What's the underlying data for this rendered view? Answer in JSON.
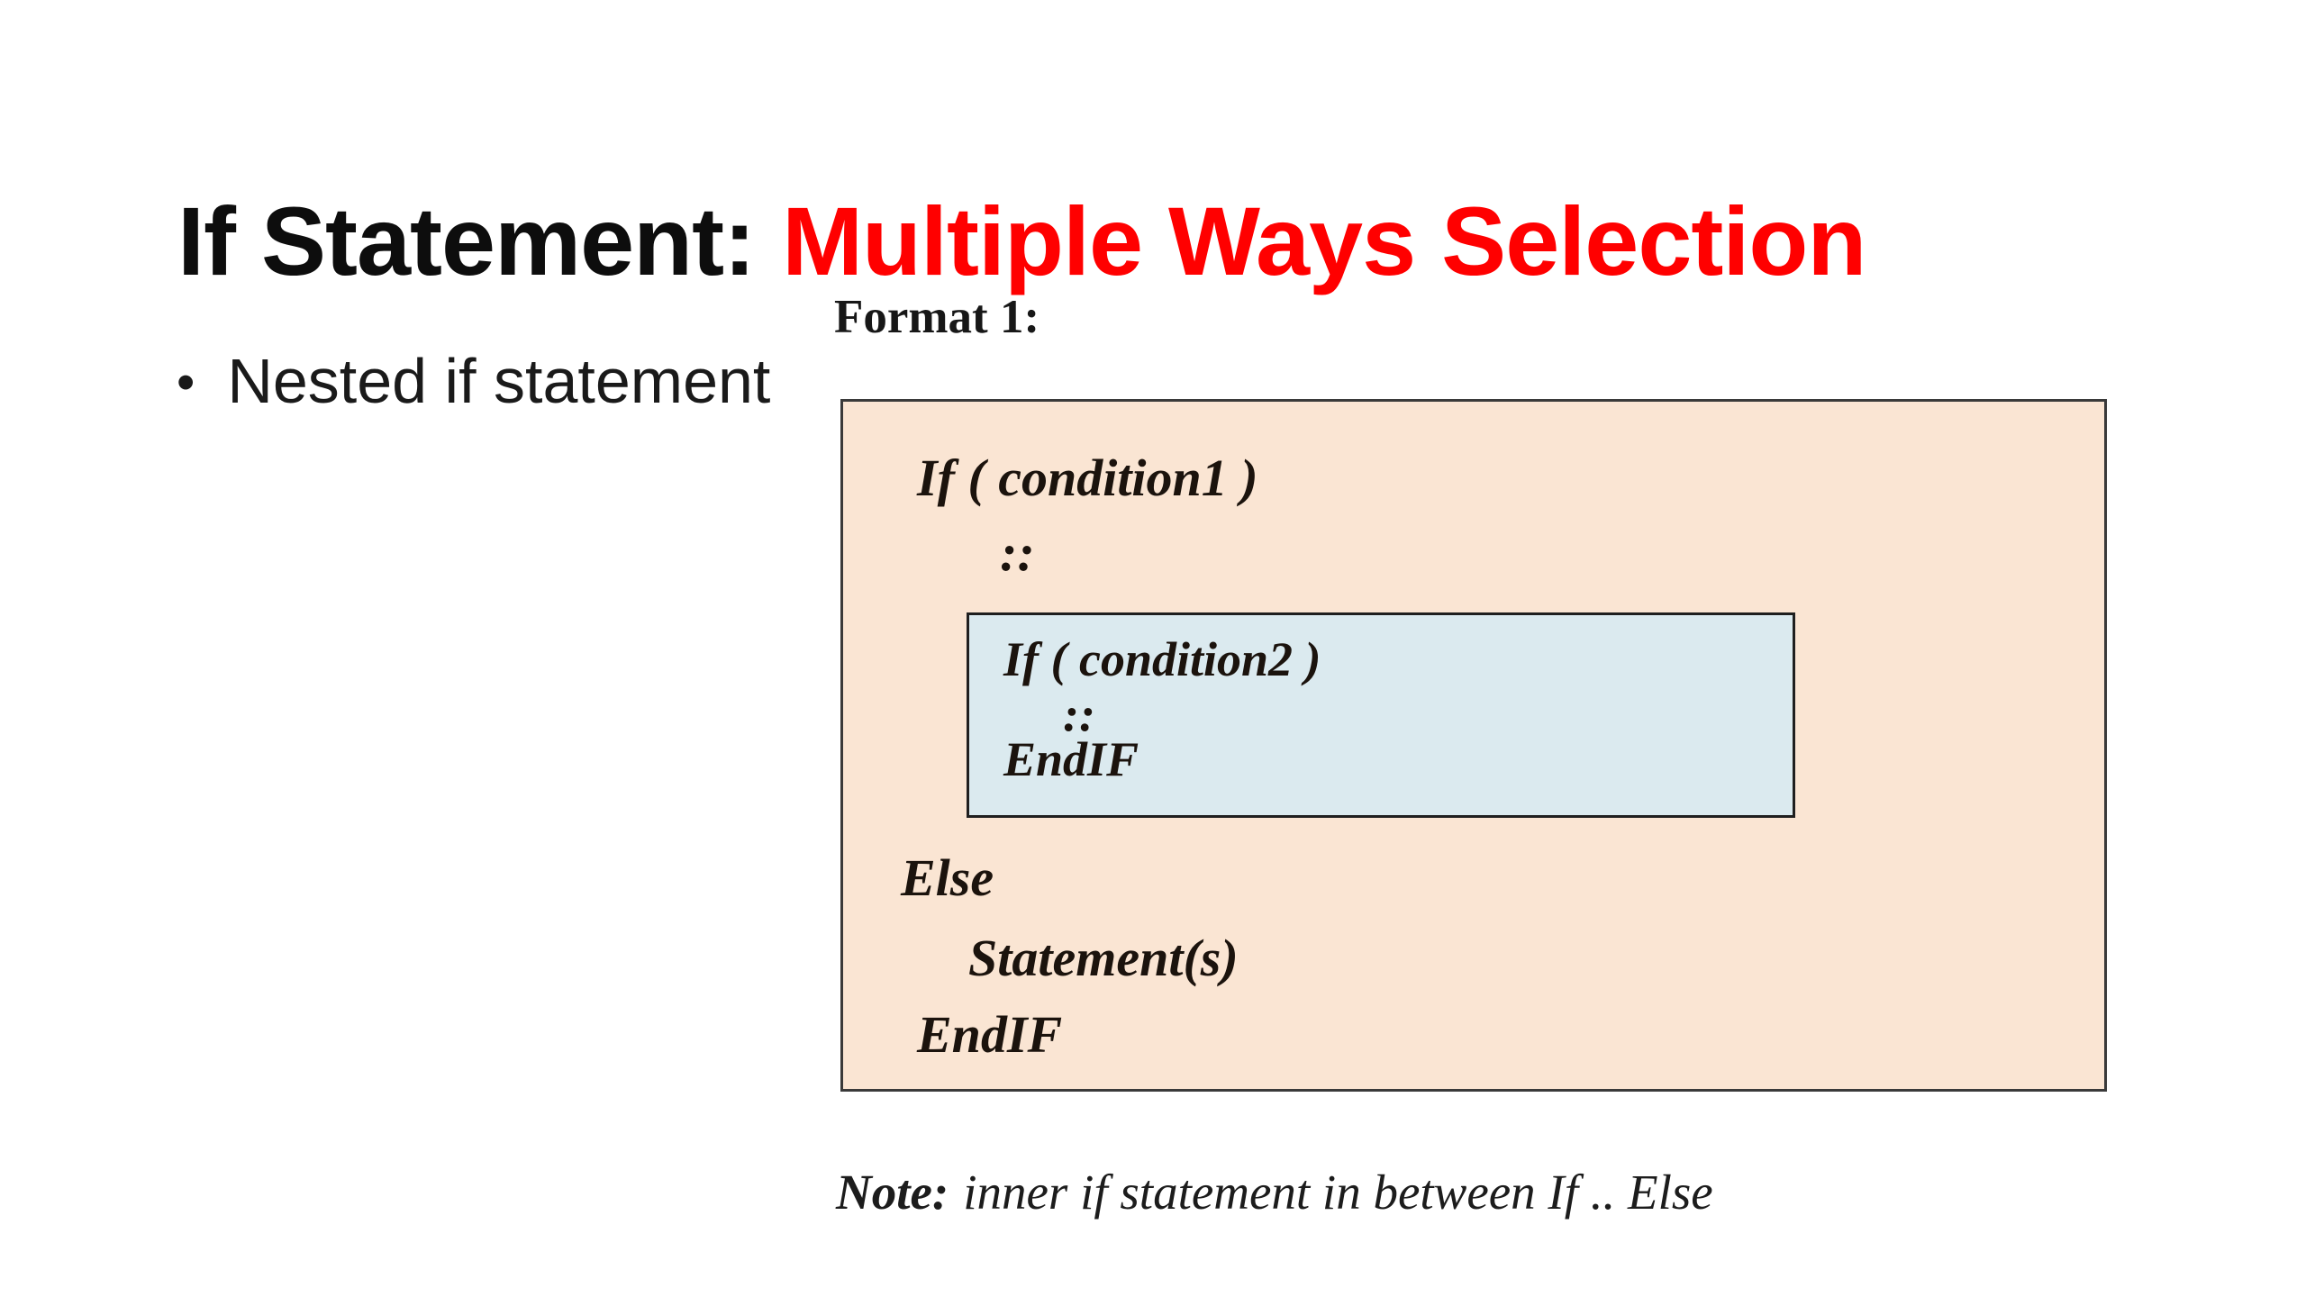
{
  "slide": {
    "title": {
      "black": "If Statement:",
      "red": "Multiple Ways Selection"
    },
    "bullet": {
      "marker": "•",
      "text": "Nested if statement"
    },
    "format_label": "Format 1:",
    "outer_code": {
      "line_if": "If ( condition1 )",
      "line_colons": "::",
      "line_else": "Else",
      "line_statements": "Statement(s)",
      "line_endif": "EndIF"
    },
    "inner_code": {
      "line_if": "If ( condition2 )",
      "line_colons": "::",
      "line_endif": "EndIF"
    },
    "note": {
      "label": "Note:",
      "text": "inner if statement in between If .. Else"
    }
  },
  "colors": {
    "title_black": "#0d0d0d",
    "title_red": "#ff0000",
    "outer_box_bg": "#fae5d3",
    "inner_box_bg": "#dbeaef",
    "box_border": "#3a3a3a"
  }
}
